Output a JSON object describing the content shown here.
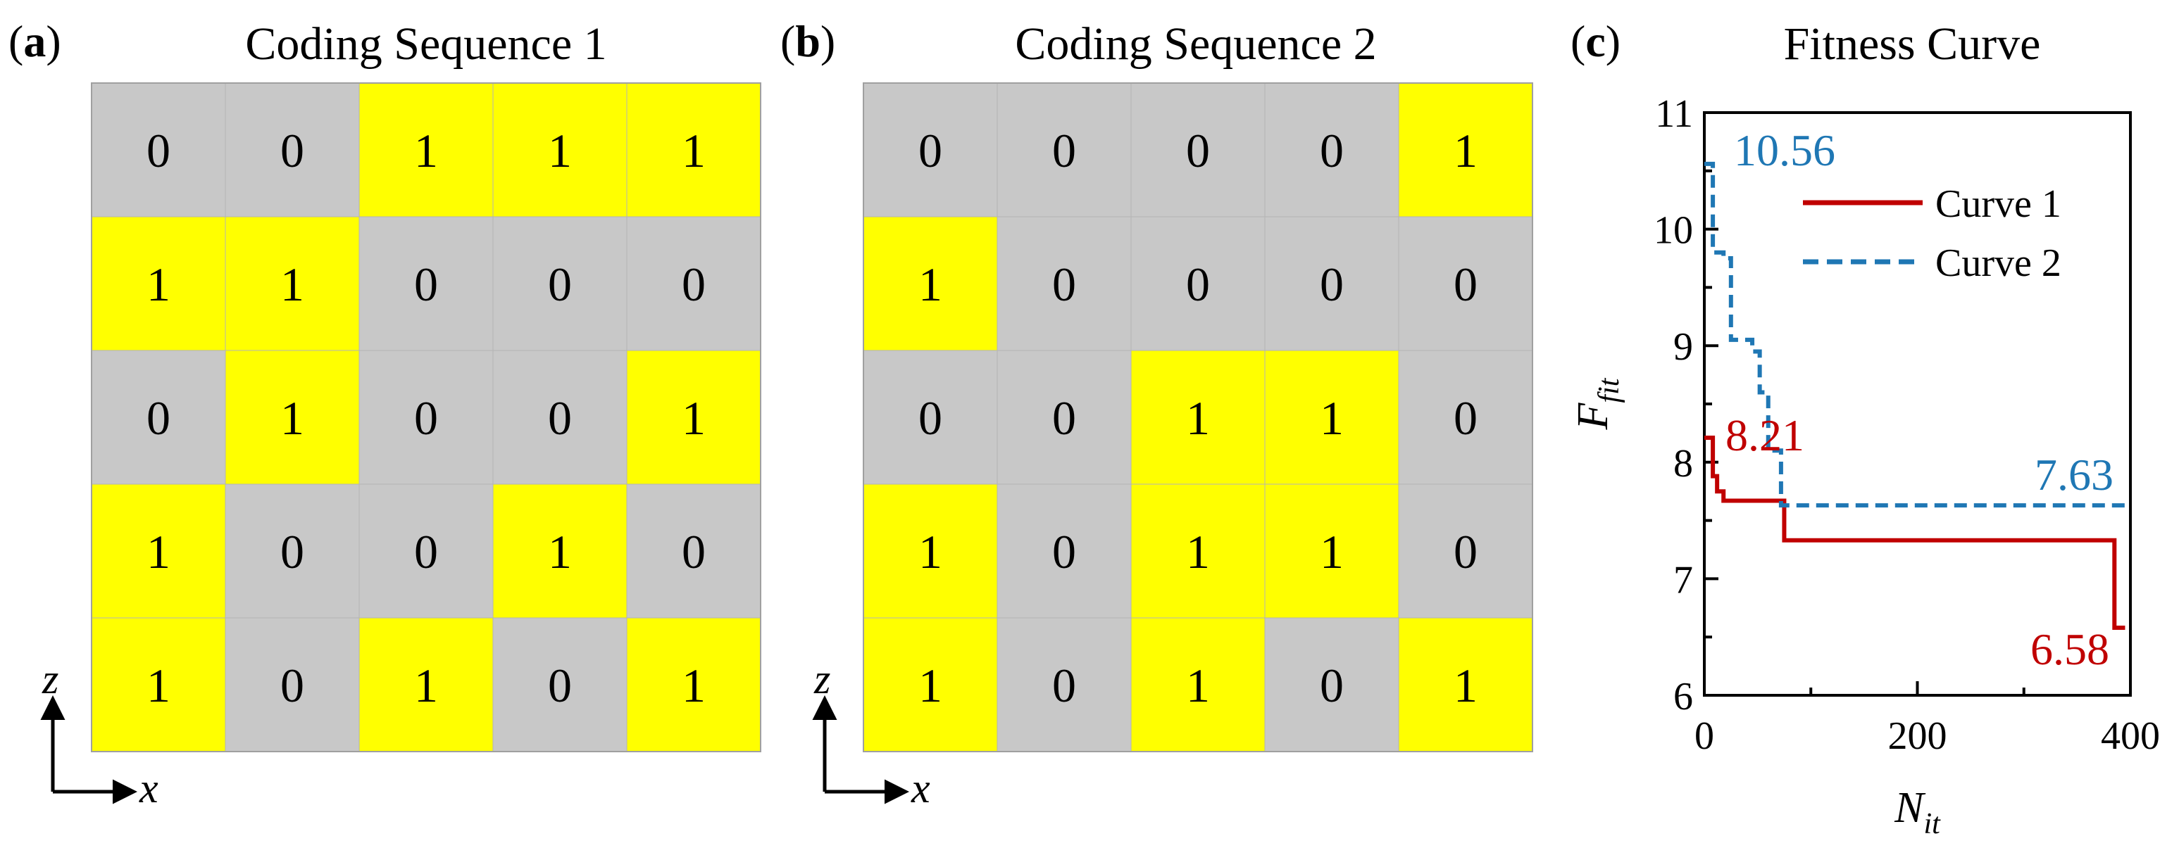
{
  "panels": {
    "a": {
      "label": "a",
      "title": "Coding Sequence 1"
    },
    "b": {
      "label": "b",
      "title": "Coding Sequence 2"
    },
    "c": {
      "label": "c",
      "title": "Fitness Curve"
    }
  },
  "axes_glyphs": {
    "vertical": "z",
    "horizontal": "x"
  },
  "colors": {
    "one": "#ffff00",
    "zero": "#c8c8c8",
    "curve1": "#c00000",
    "curve2": "#1f77b4"
  },
  "chart_data": [
    {
      "type": "heatmap",
      "title": "Coding Sequence 1",
      "grid": [
        [
          0,
          0,
          1,
          1,
          1
        ],
        [
          1,
          1,
          0,
          0,
          0
        ],
        [
          0,
          1,
          0,
          0,
          1
        ],
        [
          1,
          0,
          0,
          1,
          0
        ],
        [
          1,
          0,
          1,
          0,
          1
        ]
      ]
    },
    {
      "type": "heatmap",
      "title": "Coding Sequence 2",
      "grid": [
        [
          0,
          0,
          0,
          0,
          1
        ],
        [
          1,
          0,
          0,
          0,
          0
        ],
        [
          0,
          0,
          1,
          1,
          0
        ],
        [
          1,
          0,
          1,
          1,
          0
        ],
        [
          1,
          0,
          1,
          0,
          1
        ]
      ]
    },
    {
      "type": "line",
      "title": "Fitness Curve",
      "xlabel": {
        "main": "N",
        "sub": "it"
      },
      "ylabel": {
        "main": "F",
        "sub": "fit"
      },
      "xlim": [
        0,
        400
      ],
      "ylim": [
        6,
        11
      ],
      "xticks": [
        0,
        200,
        400
      ],
      "yticks": [
        6,
        7,
        8,
        9,
        10,
        11
      ],
      "legend_position": "top-right",
      "series": [
        {
          "name": "Curve 1",
          "style": "solid",
          "x": [
            0,
            8,
            8,
            12,
            12,
            18,
            18,
            75,
            75,
            385,
            385,
            395
          ],
          "y": [
            8.21,
            8.21,
            7.88,
            7.88,
            7.75,
            7.75,
            7.67,
            7.67,
            7.33,
            7.33,
            6.58,
            6.58
          ]
        },
        {
          "name": "Curve 2",
          "style": "dashed",
          "x": [
            0,
            8,
            8,
            18,
            18,
            25,
            25,
            45,
            45,
            52,
            52,
            60,
            60,
            72,
            72,
            395
          ],
          "y": [
            10.56,
            10.56,
            9.8,
            9.8,
            9.75,
            9.75,
            9.05,
            9.05,
            8.95,
            8.95,
            8.6,
            8.6,
            8.1,
            8.1,
            7.63,
            7.63
          ]
        }
      ],
      "annotations": [
        {
          "text": "10.56",
          "series": "Curve 2"
        },
        {
          "text": "8.21",
          "series": "Curve 1"
        },
        {
          "text": "7.63",
          "series": "Curve 2"
        },
        {
          "text": "6.58",
          "series": "Curve 1"
        }
      ]
    }
  ]
}
